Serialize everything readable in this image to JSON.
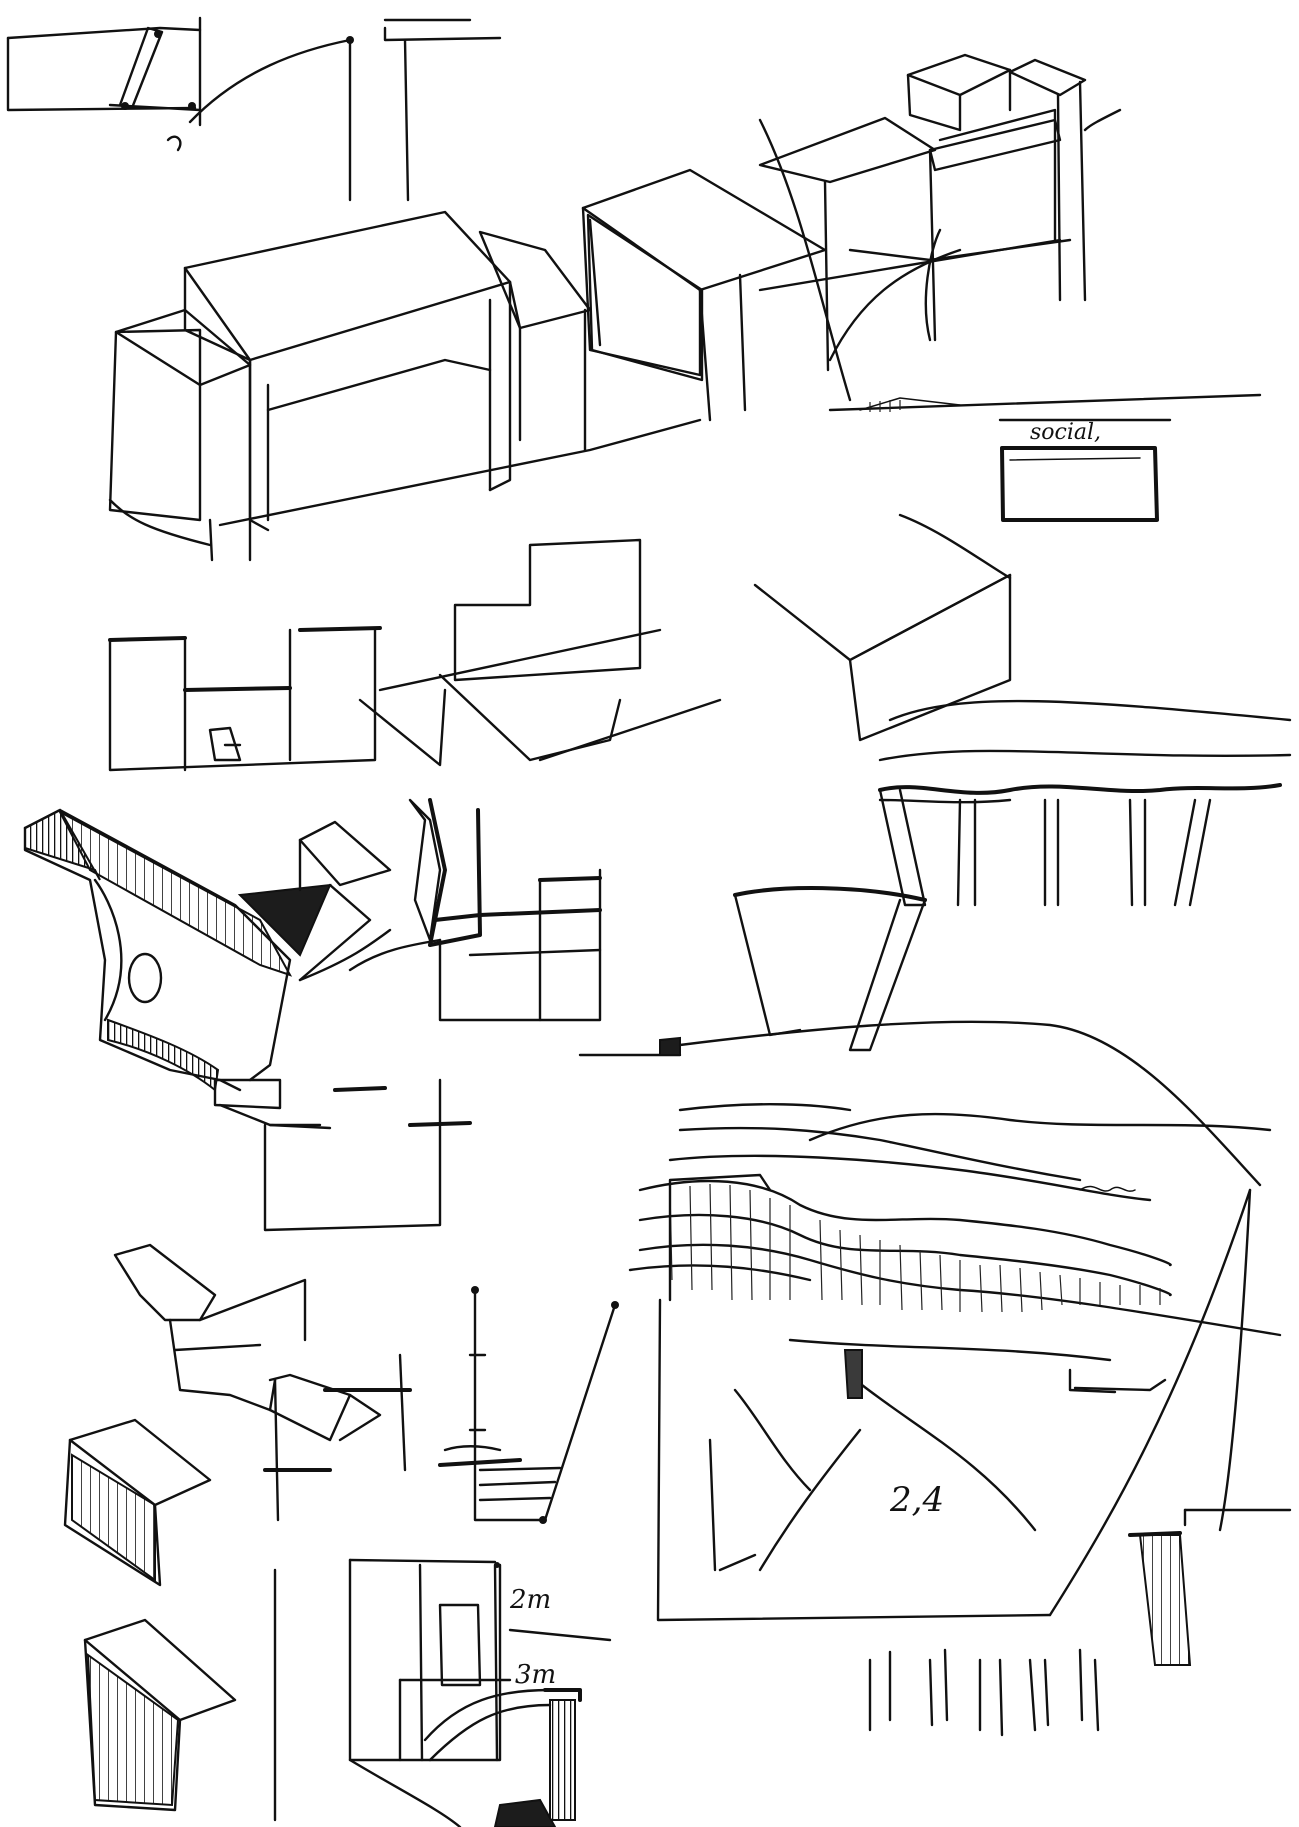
{
  "annotations": {
    "social": "social,",
    "dim_upper": "2m",
    "dim_lower": "3m",
    "figure": "2,4"
  },
  "colors": {
    "ink": "#111111",
    "paper": "#ffffff"
  }
}
